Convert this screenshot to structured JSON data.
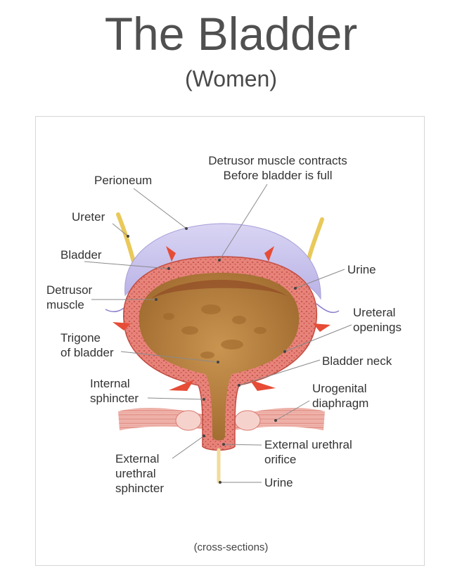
{
  "title": "The Bladder",
  "subtitle": "(Women)",
  "caption": "(cross-sections)",
  "colors": {
    "peritoneum": "#c9c4ec",
    "wall": "#e8837a",
    "wall_dots": "#b7463d",
    "urine": "#b8803d",
    "ureter": "#e9c95a",
    "arrow": "#e64c36",
    "leader": "#7a7a7a"
  },
  "labels": {
    "detrusor_contracts_1": "Detrusor muscle contracts",
    "detrusor_contracts_2": "Before bladder is full",
    "perioneum": "Perioneum",
    "ureter": "Ureter",
    "bladder": "Bladder",
    "detrusor_1": "Detrusor",
    "detrusor_2": "muscle",
    "trigone_1": "Trigone",
    "trigone_2": "of bladder",
    "internal_1": "Internal",
    "internal_2": "sphincter",
    "external_1": "External",
    "external_2": "urethral",
    "external_3": "sphincter",
    "urine_top": "Urine",
    "ureteral_1": "Ureteral",
    "ureteral_2": "openings",
    "bladder_neck": "Bladder neck",
    "urogenital_1": "Urogenital",
    "urogenital_2": "diaphragm",
    "ext_orifice_1": "External urethral",
    "ext_orifice_2": "orifice",
    "urine_bottom": "Urine"
  }
}
